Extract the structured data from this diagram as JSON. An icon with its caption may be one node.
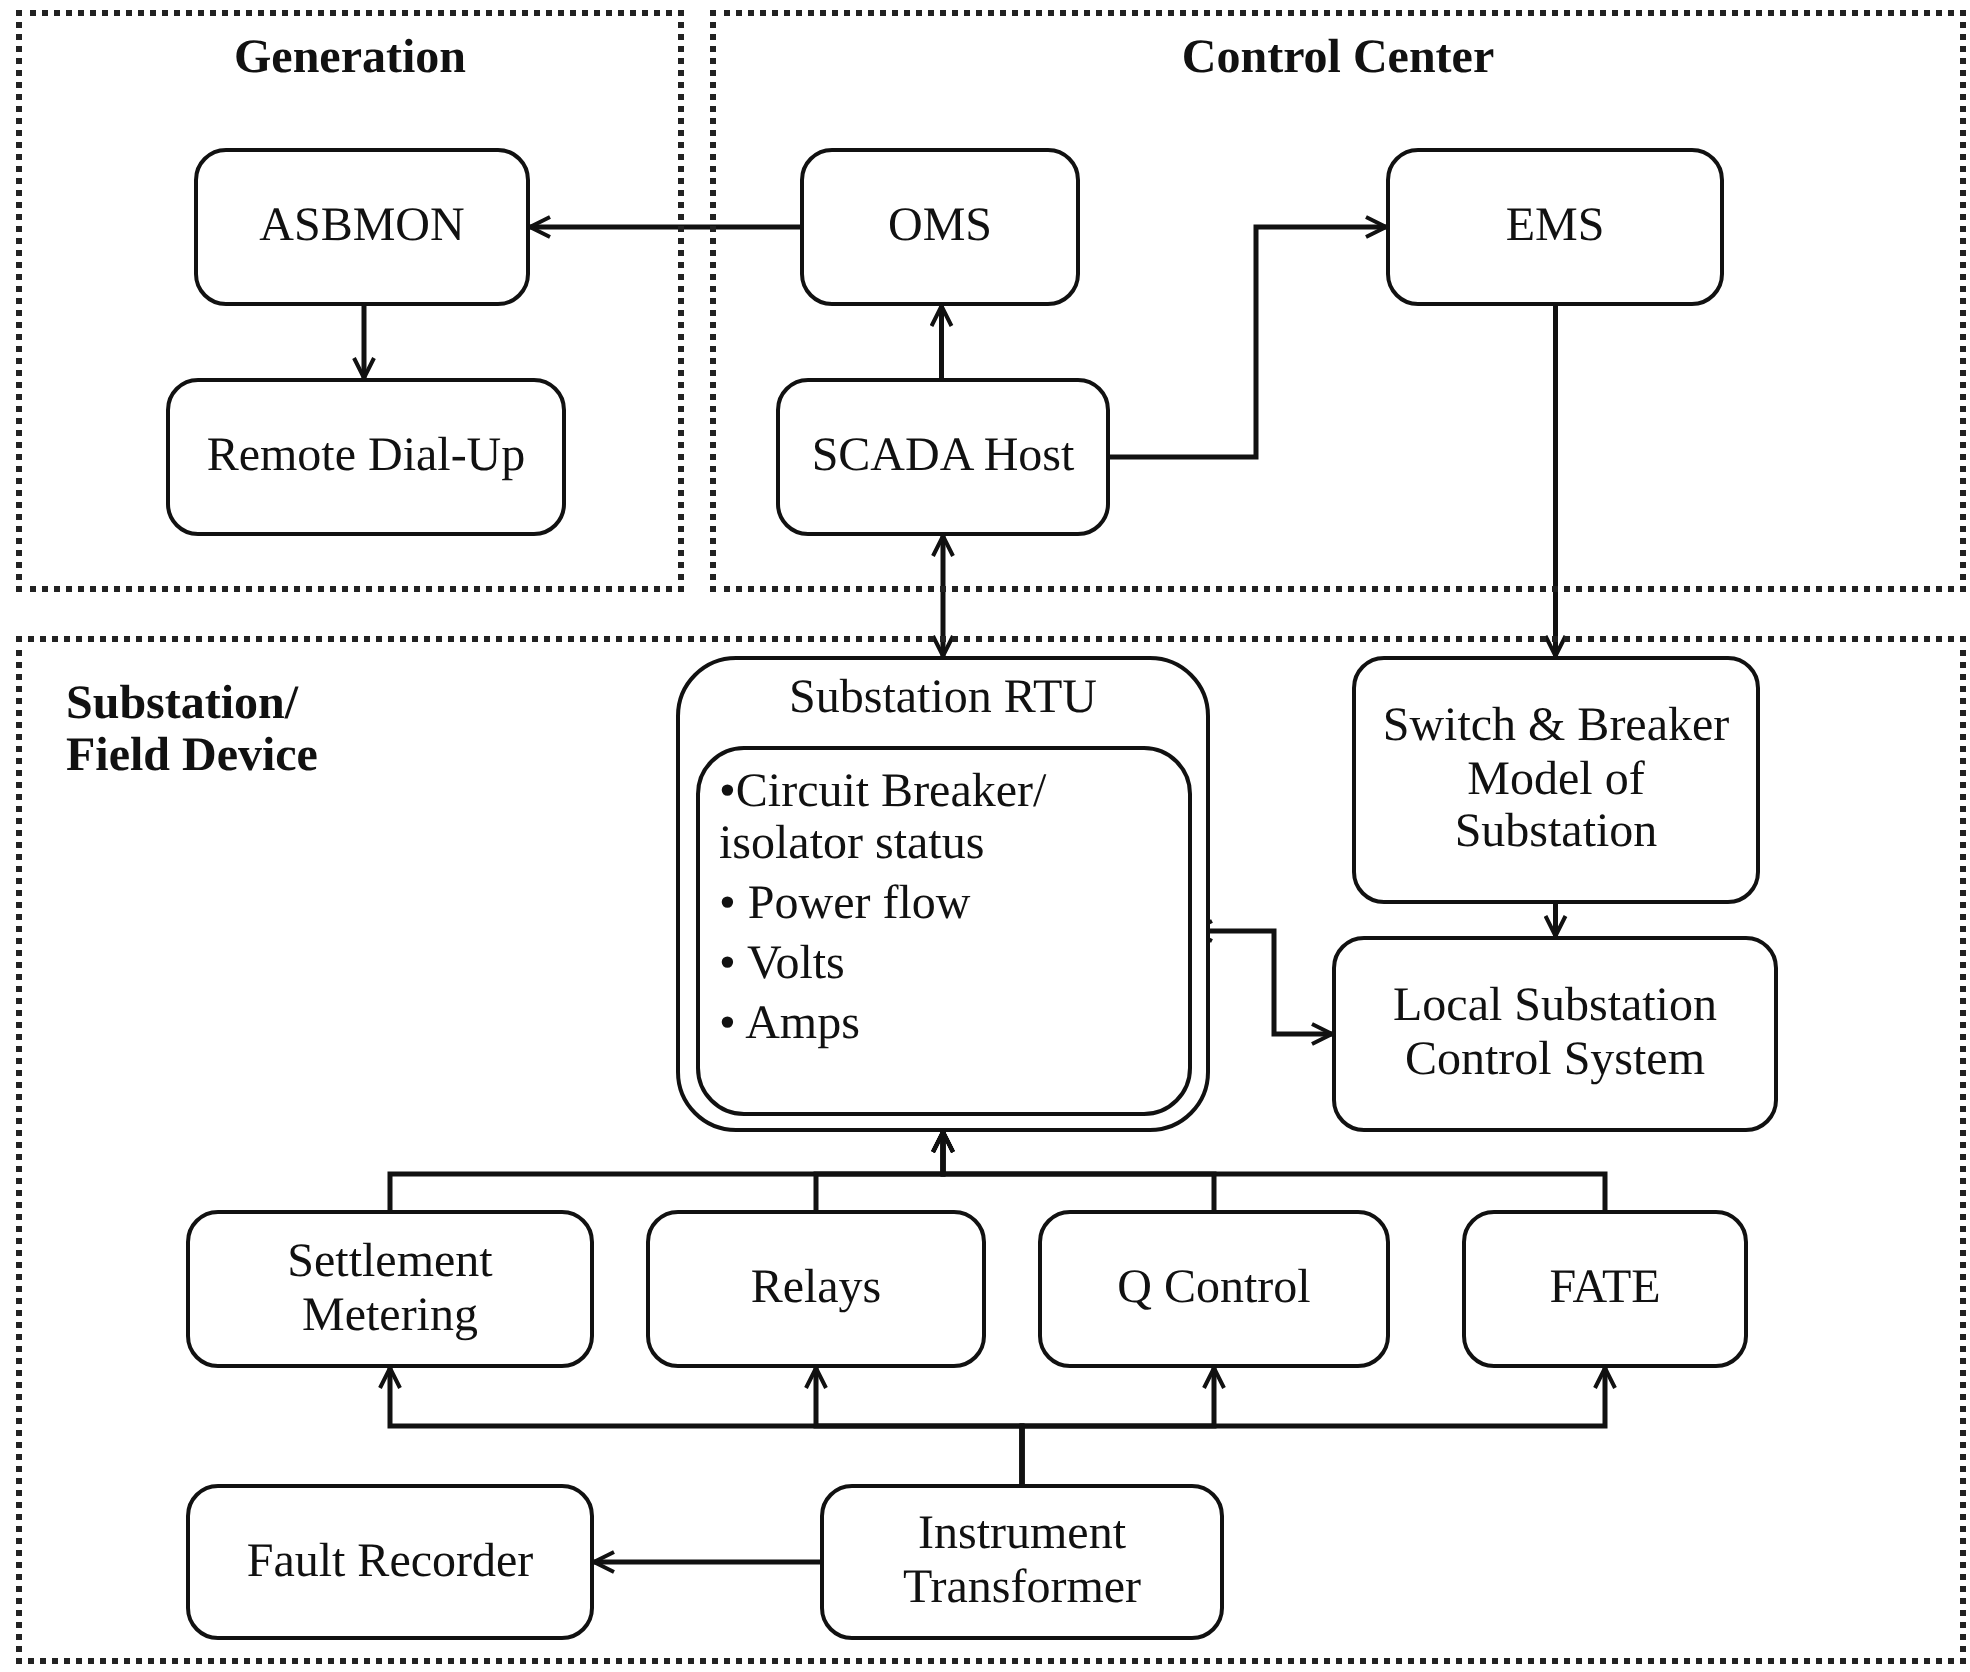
{
  "diagram": {
    "nodes": [
      {
        "text": [
          "Generation"
        ]
      },
      {
        "text": [
          "ASBMON"
        ],
        "in": 0
      },
      {
        "text": [
          "Remote Dial-Up"
        ],
        "in": 0
      },
      {
        "text": [
          "Control Center"
        ]
      },
      {
        "text": [
          "OMS"
        ],
        "in": 3
      },
      {
        "text": [
          "EMS"
        ],
        "in": 3
      },
      {
        "text": [
          "SCADA Host"
        ],
        "in": 3
      },
      {
        "text": [
          "Substation/ Field Device"
        ]
      },
      {
        "text": [
          "Substation RTU"
        ],
        "in": 7
      },
      {
        "text": [
          "•Circuit Breaker/ isolator status",
          "• Power flow",
          "• Volts",
          "• Amps"
        ],
        "in": 8
      },
      {
        "text": [
          "Switch & Breaker Model of Substation"
        ],
        "in": 7
      },
      {
        "text": [
          "Local Substation Control System"
        ],
        "in": 7
      },
      {
        "text": [
          "Settlement Metering"
        ],
        "in": 7
      },
      {
        "text": [
          "Relays"
        ],
        "in": 7
      },
      {
        "text": [
          "Q Control"
        ],
        "in": 7
      },
      {
        "text": [
          "FATE"
        ],
        "in": 7
      },
      {
        "text": [
          "Fault Recorder"
        ],
        "in": 7
      },
      {
        "text": [
          "Instrument Transformer"
        ],
        "in": 7
      }
    ],
    "edges": [
      {
        "from": 4,
        "to": 1,
        "arrow": "to"
      },
      {
        "from": 1,
        "to": 2,
        "arrow": "to"
      },
      {
        "from": 6,
        "to": 4,
        "arrow": "to"
      },
      {
        "from": 6,
        "to": 5,
        "arrow": "to"
      },
      {
        "from": 6,
        "to": 8,
        "arrow": "both"
      },
      {
        "from": 5,
        "to": 10,
        "arrow": "to"
      },
      {
        "from": 10,
        "to": 11,
        "arrow": "to"
      },
      {
        "from": 9,
        "to": 11,
        "arrow": "both"
      },
      {
        "from": 12,
        "to": 8,
        "arrow": "to"
      },
      {
        "from": 13,
        "to": 8,
        "arrow": "to"
      },
      {
        "from": 14,
        "to": 8,
        "arrow": "to"
      },
      {
        "from": 15,
        "to": 8,
        "arrow": "to"
      },
      {
        "from": 17,
        "to": 12,
        "arrow": "to"
      },
      {
        "from": 17,
        "to": 13,
        "arrow": "to"
      },
      {
        "from": 17,
        "to": 14,
        "arrow": "to"
      },
      {
        "from": 17,
        "to": 15,
        "arrow": "to"
      },
      {
        "from": 17,
        "to": 16,
        "arrow": "to"
      }
    ]
  }
}
